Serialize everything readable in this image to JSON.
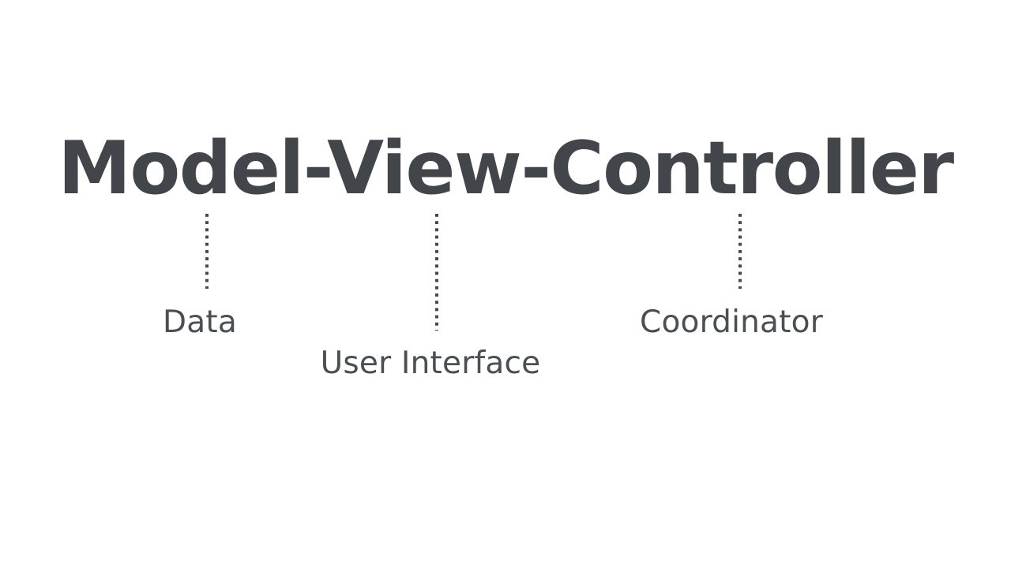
{
  "slide": {
    "background_color": "#ffffff",
    "title": {
      "text": "Model-View-Controller",
      "color": "#42454a"
    },
    "annotations": [
      {
        "term": "Model",
        "label": "Data",
        "connector": "dotted-vertical-line",
        "color": "#4b4e52"
      },
      {
        "term": "View",
        "label": "User Interface",
        "connector": "dotted-vertical-line",
        "color": "#4b4e52"
      },
      {
        "term": "Controller",
        "label": "Coordinator",
        "connector": "dotted-vertical-line",
        "color": "#4b4e52"
      }
    ],
    "connector_color": "#45484c"
  }
}
